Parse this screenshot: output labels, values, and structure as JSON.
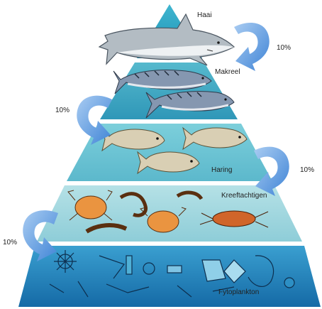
{
  "pyramid": {
    "levels": [
      {
        "label": "Haai"
      },
      {
        "label": "Makreel"
      },
      {
        "label": "Haring"
      },
      {
        "label": "Kreeftachtigen"
      },
      {
        "label": "Fytoplankton"
      }
    ],
    "transfers": [
      {
        "label": "10%"
      },
      {
        "label": "10%"
      },
      {
        "label": "10%"
      },
      {
        "label": "10%"
      }
    ]
  },
  "colors": {
    "tier_top": "#2a9fbf",
    "tier_mid": "#4ab4cc",
    "tier_low": "#7fcbd8",
    "tier_crust": "#9fd6df",
    "tier_base": "#1f7fb8",
    "arrow": "#5b9fe0",
    "shark": "#aeb6bd",
    "mackerel": "#7f93ad",
    "herring": "#d8cfb6",
    "crustacean": "#e8913a"
  },
  "icons": {
    "shark": "shark-icon",
    "mackerel": "mackerel-icon",
    "herring": "herring-icon",
    "crustacean": "crustacean-icon",
    "plankton": "plankton-icon",
    "arrow": "curved-arrow-icon"
  }
}
